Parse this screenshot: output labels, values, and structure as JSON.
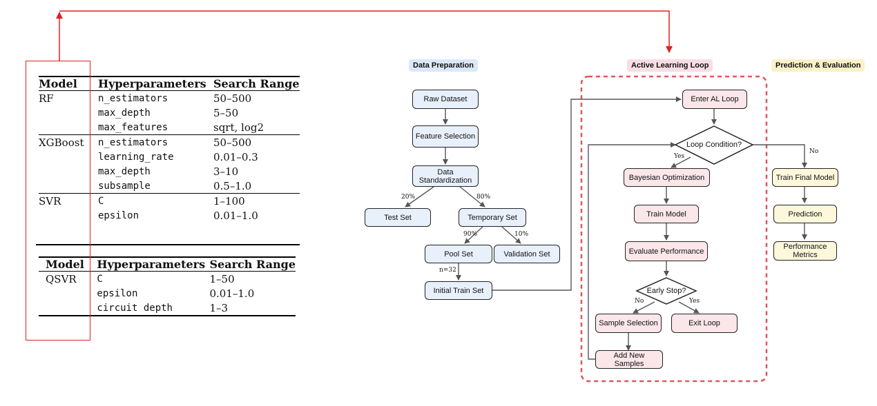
{
  "table1": {
    "headers": [
      "Model",
      "Hyperparameters",
      "Search Range"
    ],
    "groups": [
      {
        "model": "RF",
        "rows": [
          [
            "n_estimators",
            "50–500"
          ],
          [
            "max_depth",
            "5–50"
          ],
          [
            "max_features",
            "sqrt, log2"
          ]
        ]
      },
      {
        "model": "XGBoost",
        "rows": [
          [
            "n_estimators",
            "50–500"
          ],
          [
            "learning_rate",
            "0.01–0.3"
          ],
          [
            "max_depth",
            "3–10"
          ],
          [
            "subsample",
            "0.5–1.0"
          ]
        ]
      },
      {
        "model": "SVR",
        "rows": [
          [
            "C",
            "1–100"
          ],
          [
            "epsilon",
            "0.01–1.0"
          ]
        ]
      }
    ]
  },
  "table2": {
    "headers": [
      "Model",
      "Hyperparameters",
      "Search Range"
    ],
    "groups": [
      {
        "model": "QSVR",
        "rows": [
          [
            "C",
            "1–50"
          ],
          [
            "epsilon",
            "0.01–1.0"
          ],
          [
            "circuit depth",
            "1–3"
          ]
        ]
      }
    ]
  },
  "flow": {
    "sections": {
      "data_prep": "Data Preparation",
      "al_loop": "Active Learning Loop",
      "pred_eval": "Prediction & Evaluation"
    },
    "nodes": {
      "raw_dataset": "Raw Dataset",
      "feature_selection": "Feature Selection",
      "data_standardization": "Data Standardization",
      "test_set": "Test Set",
      "temporary_set": "Temporary Set",
      "pool_set": "Pool Set",
      "validation_set": "Validation Set",
      "initial_train_set": "Initial Train Set",
      "enter_al_loop": "Enter AL Loop",
      "loop_condition": "Loop Condition?",
      "bayesian_optimization": "Bayesian Optimization",
      "train_model": "Train Model",
      "evaluate_performance": "Evaluate Performance",
      "early_stop": "Early Stop?",
      "sample_selection": "Sample Selection",
      "exit_loop": "Exit Loop",
      "add_new_samples": "Add New Samples",
      "train_final_model": "Train Final Model",
      "prediction": "Prediction",
      "performance_metrics": "Performance Metrics"
    },
    "edge_labels": {
      "test_pct": "20%",
      "temp_pct": "80%",
      "pool_pct": "90%",
      "val_pct": "10%",
      "n_init": "n=32",
      "loop_yes": "Yes",
      "loop_no": "No",
      "stop_no": "No",
      "stop_yes": "Yes"
    }
  },
  "colors": {
    "highlight_red": "#e02020",
    "loop_border": "#e05560",
    "blue_fill": "#e8f0fc",
    "pink_fill": "#fbe6ea",
    "yellow_fill": "#fdf8dc"
  }
}
